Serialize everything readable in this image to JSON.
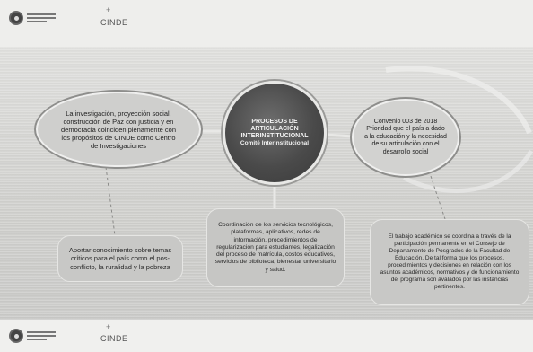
{
  "header": {
    "cinde_label": "CINDE"
  },
  "footer": {
    "cinde_label": "CINDE"
  },
  "center": {
    "lines": [
      "PROCESOS DE",
      "ARTICULACIÓN",
      "INTERINSTITUCIONAL",
      "Comité Interinstitucional"
    ]
  },
  "left_oval": {
    "text": "La investigación, proyección social, construcción de Paz con justicia y en democracia coinciden plenamente con los propósitos de CINDE como Centro de Investigaciones"
  },
  "right_oval": {
    "text": "Convenio 003 de 2018 Prioridad que el país a dado a la educación y la necesidad de su articulación con el desarrollo social"
  },
  "box_left": {
    "text": "Aportar conocimiento sobre temas críticos para el país como el pos-conflicto, la ruralidad y la pobreza"
  },
  "box_center": {
    "text": "Coordinación de los servicios tecnológicos, plataformas, aplicativos, redes de información, procedimientos de regularización para estudiantes, legalización del proceso de matrícula, costos educativos, servicios de biblioteca, bienestar universitario y salud."
  },
  "box_right": {
    "text": "El trabajo académico se coordina a través de la participación permanente en el Consejo de Departamento de Posgrados de la Facultad de Educación. De tal forma que los procesos, procedimientos y decisiones en relación con los asuntos académicos, normativos y de funcionamiento del programa son avalados por las instancias pertinentes."
  },
  "colors": {
    "center_fill": "#4a4a4a",
    "oval_fill": "#d0d0ce",
    "box_fill": "#c7c7c5",
    "background": "#d6d6d4"
  }
}
